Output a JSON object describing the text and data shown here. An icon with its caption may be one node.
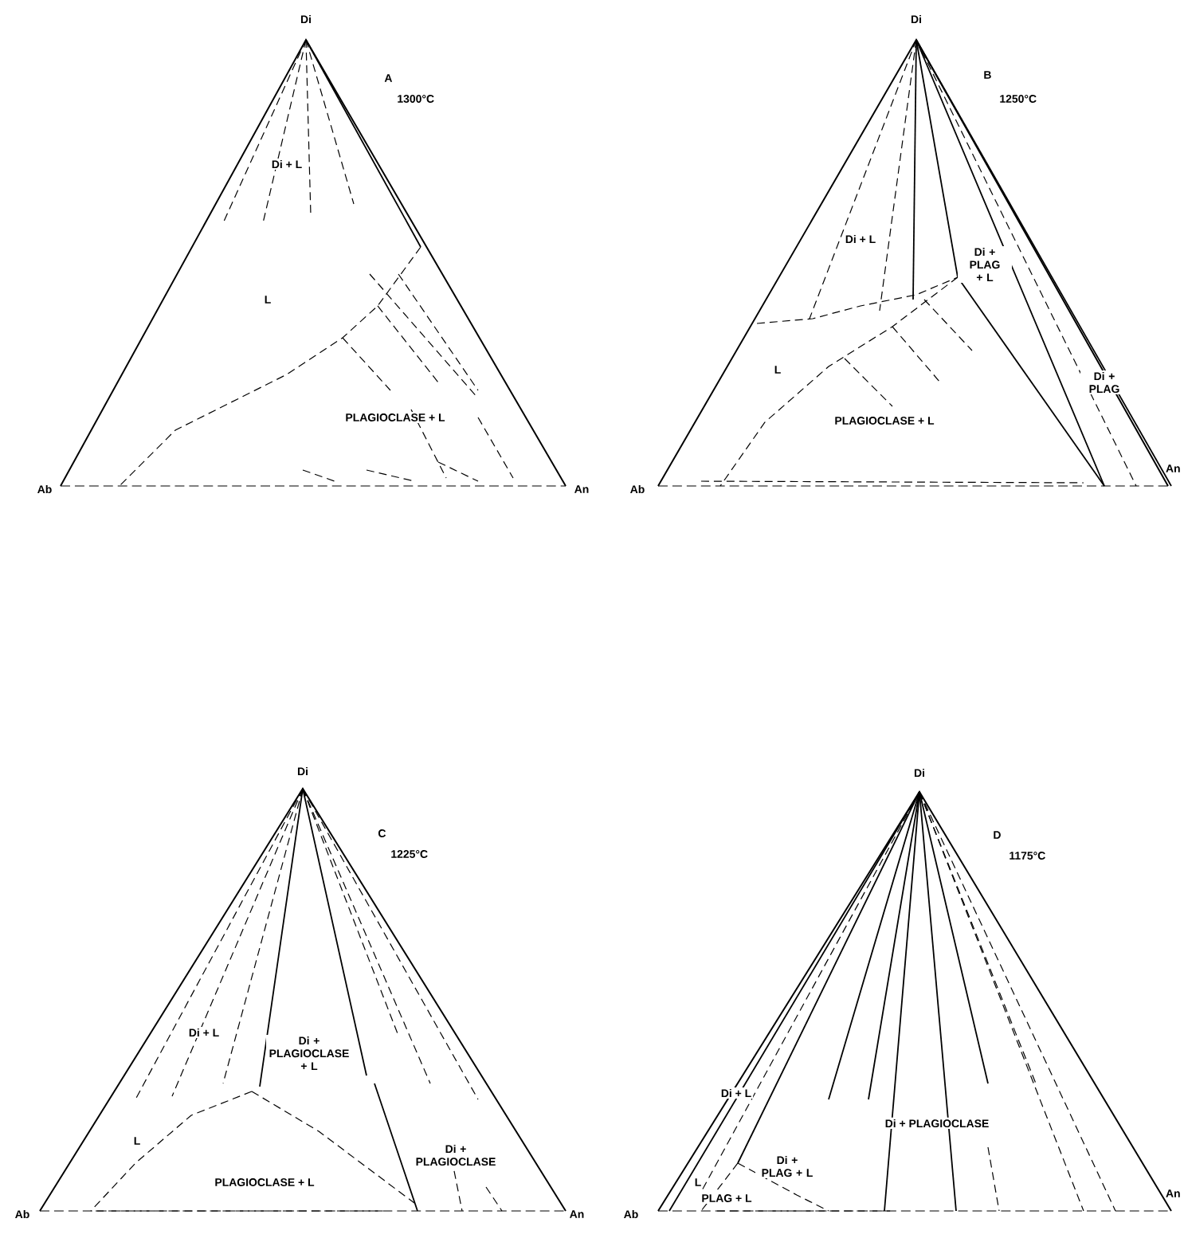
{
  "diagram": {
    "labels": [
      "Di",
      "A",
      "1300°C",
      "Di + L",
      "L",
      "PLAGIOCLASE + L",
      "Ab",
      "An",
      "Di",
      "B",
      "1250°C",
      "Di + L",
      "Di + PLAG + L",
      "L",
      "Di + PLAG",
      "PLAGIOCLASE + L",
      "Ab",
      "An",
      "Di",
      "C",
      "1225°C",
      "Di + L",
      "Di + PLAGIOCLASE + L",
      "L",
      "Di + PLAGIOCLASE",
      "PLAGIOCLASE + L",
      "Ab",
      "An",
      "Di",
      "D",
      "1175°C",
      "Di + L",
      "Di + PLAG + L",
      "Di + PLAGIOCLASE",
      "L",
      "PLAG + L",
      "Ab",
      "An"
    ]
  }
}
